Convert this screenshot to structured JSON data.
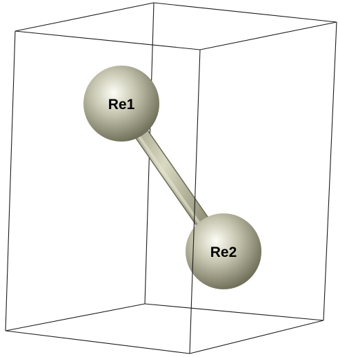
{
  "colors": {
    "cell_edge": "#1a1a1a",
    "atom_highlight": "#fdfdf6",
    "atom_mid": "#c4c3ad",
    "atom_shadow": "#6f6e58",
    "bond_light": "#d9d8c2",
    "bond_dark": "#8e8d74"
  },
  "atoms": [
    {
      "label": "Re1"
    },
    {
      "label": "Re2"
    }
  ],
  "bond": {
    "from": "Re1",
    "to": "Re2"
  }
}
